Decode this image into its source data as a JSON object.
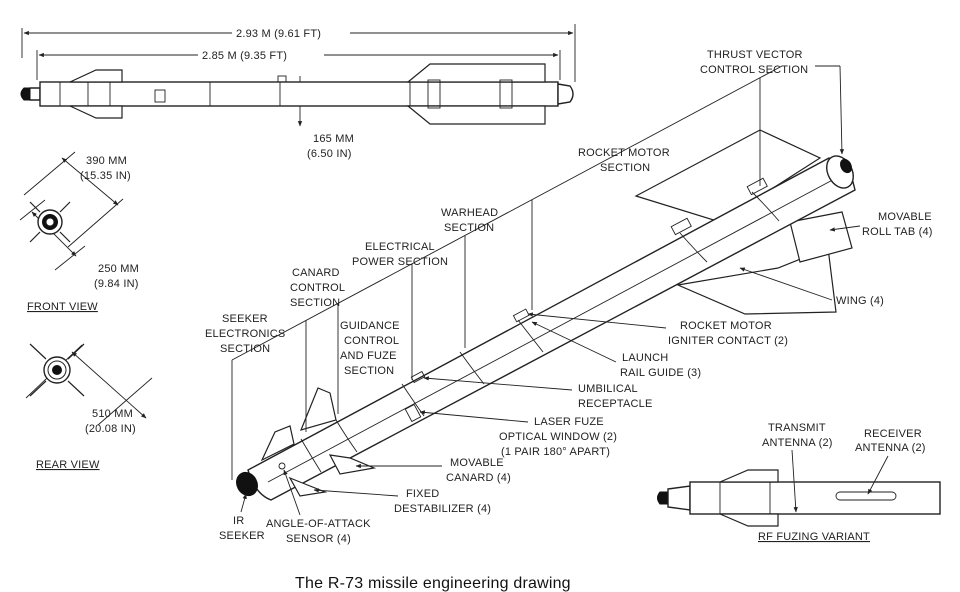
{
  "dimensions": {
    "overall_length": "2.93 M (9.61 FT)",
    "body_length": "2.85 M (9.35 FT)",
    "diameter_mm": "165 MM",
    "diameter_in": "(6.50 IN)",
    "front_span_1_mm": "390 MM",
    "front_span_1_in": "(15.35 IN)",
    "front_span_2_mm": "250 MM",
    "front_span_2_in": "(9.84 IN)",
    "rear_span_mm": "510 MM",
    "rear_span_in": "(20.08 IN)"
  },
  "views": {
    "front": "FRONT VIEW",
    "rear": "REAR VIEW",
    "rf": "RF FUZING VARIANT"
  },
  "labels": {
    "thrust_1": "THRUST VECTOR",
    "thrust_2": "CONTROL SECTION",
    "rocket_sec_1": "ROCKET MOTOR",
    "rocket_sec_2": "SECTION",
    "warhead_1": "WARHEAD",
    "warhead_2": "SECTION",
    "elec_1": "ELECTRICAL",
    "elec_2": "POWER SECTION",
    "canard_ctrl_1": "CANARD",
    "canard_ctrl_2": "CONTROL",
    "canard_ctrl_3": "SECTION",
    "seeker_el_1": "SEEKER",
    "seeker_el_2": "ELECTRONICS",
    "seeker_el_3": "SECTION",
    "guid_1": "GUIDANCE",
    "guid_2": "CONTROL",
    "guid_3": "AND FUZE",
    "guid_4": "SECTION",
    "roll_1": "MOVABLE",
    "roll_2": "ROLL TAB (4)",
    "wing": "WING (4)",
    "igniter_1": "ROCKET MOTOR",
    "igniter_2": "IGNITER CONTACT (2)",
    "rail_1": "LAUNCH",
    "rail_2": "RAIL GUIDE (3)",
    "umb_1": "UMBILICAL",
    "umb_2": "RECEPTACLE",
    "laser_1": "LASER FUZE",
    "laser_2": "OPTICAL WINDOW (2)",
    "laser_3": "(1 PAIR 180° APART)",
    "canard_1": "MOVABLE",
    "canard_2": "CANARD (4)",
    "destab_1": "FIXED",
    "destab_2": "DESTABILIZER (4)",
    "ir_1": "IR",
    "ir_2": "SEEKER",
    "aoa_1": "ANGLE-OF-ATTACK",
    "aoa_2": "SENSOR (4)",
    "tx_1": "TRANSMIT",
    "tx_2": "ANTENNA (2)",
    "rx_1": "RECEIVER",
    "rx_2": "ANTENNA (2)"
  },
  "caption": "The R-73 missile engineering drawing"
}
